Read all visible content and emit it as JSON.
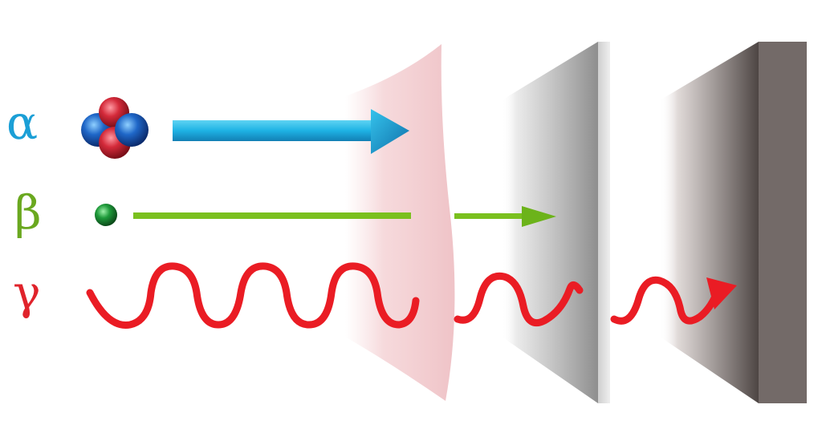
{
  "labels": {
    "alpha": "α",
    "beta": "β",
    "gamma": "γ"
  },
  "colors": {
    "alpha": "#1b9fd6",
    "beta": "#6aa81f",
    "gamma": "#e0232b",
    "alpha_arrow": "#1eb2e4",
    "beta_arrow": "#7ac01e",
    "gamma_wave": "#ea1c24",
    "proton": "#d42a3a",
    "neutron": "#1f67c8",
    "electron": "#1e9a3a",
    "paper": "#f2c7ca",
    "aluminium": "#a9a9a9",
    "lead": "#6f6764"
  },
  "icons": {
    "alpha_particle": "helium-nucleus-icon",
    "beta_particle": "electron-icon",
    "gamma_ray": "wave-icon"
  }
}
